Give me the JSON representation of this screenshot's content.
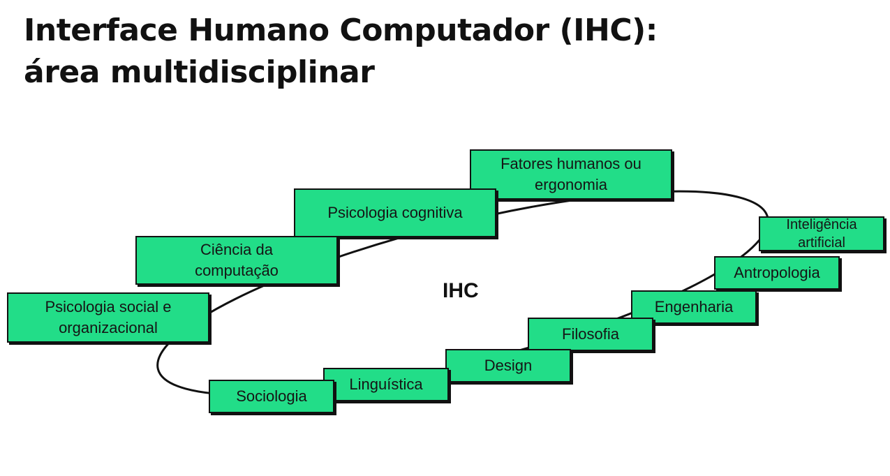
{
  "title": {
    "line1": "Interface Humano Computador (IHC):",
    "line2": "área multidisciplinar"
  },
  "diagram": {
    "center_label": "IHC",
    "disciplines": {
      "fatores_humanos": "Fatores humanos ou ergonomia",
      "psicologia_cognitiva": "Psicologia cognitiva",
      "ciencia_computacao": "Ciência da computação",
      "psicologia_social": "Psicologia social e organizacional",
      "inteligencia_artificial": "Inteligência artificial",
      "antropologia": "Antropologia",
      "engenharia": "Engenharia",
      "filosofia": "Filosofia",
      "design": "Design",
      "linguistica": "Linguística",
      "sociologia": "Sociologia"
    },
    "box_color": "#22dd88",
    "outline_color": "#111111"
  }
}
